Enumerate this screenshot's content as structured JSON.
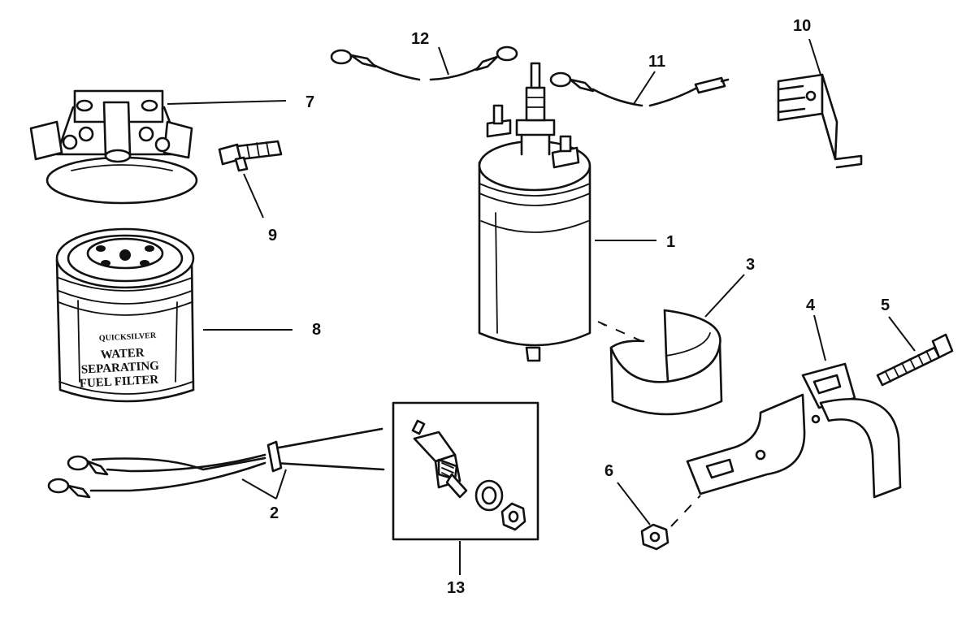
{
  "callouts": {
    "c1": "1",
    "c2": "2",
    "c3": "3",
    "c4": "4",
    "c5": "5",
    "c6": "6",
    "c7": "7",
    "c8": "8",
    "c9": "9",
    "c10": "10",
    "c11": "11",
    "c12": "12",
    "c13": "13"
  },
  "filter_label": {
    "brand": "QUICKSILVER",
    "line1": "WATER",
    "line2": "SEPARATING",
    "line3": "FUEL FILTER"
  }
}
